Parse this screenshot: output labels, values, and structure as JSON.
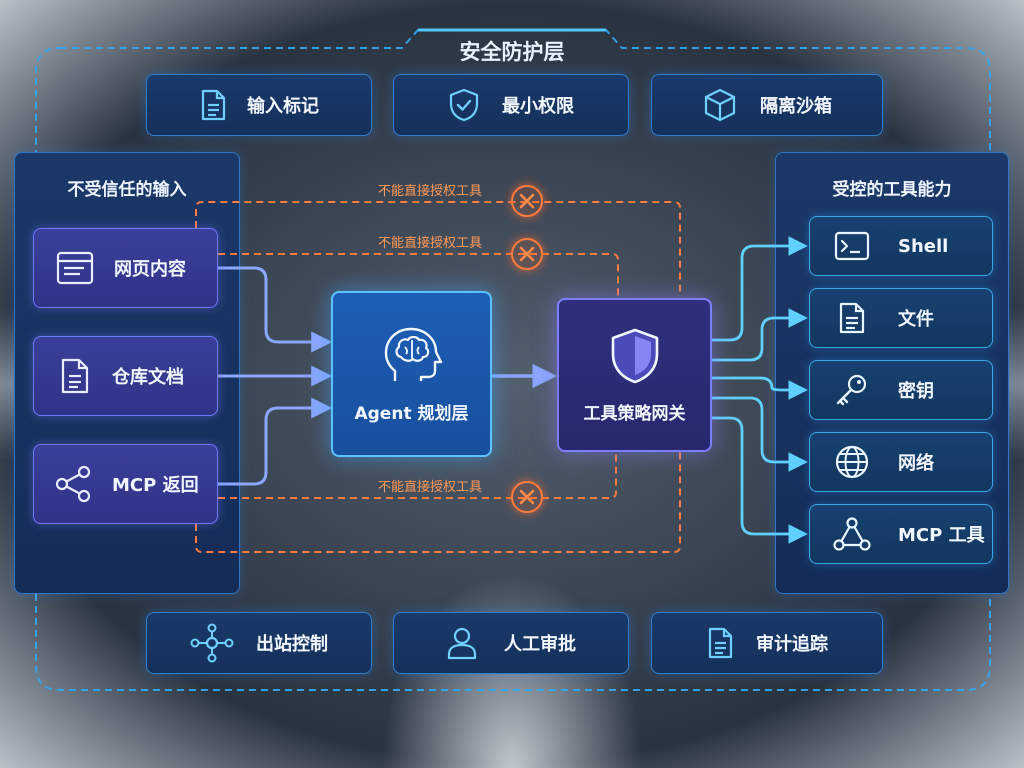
{
  "frame": {
    "title": "安全防护层"
  },
  "top_controls": [
    {
      "label": "输入标记",
      "icon": "document-icon"
    },
    {
      "label": "最小权限",
      "icon": "shield-check-icon"
    },
    {
      "label": "隔离沙箱",
      "icon": "cube-icon"
    }
  ],
  "bottom_controls": [
    {
      "label": "出站控制",
      "icon": "network-hub-icon"
    },
    {
      "label": "人工审批",
      "icon": "user-icon"
    },
    {
      "label": "审计追踪",
      "icon": "document-icon"
    }
  ],
  "untrusted_inputs": {
    "title": "不受信任的输入",
    "items": [
      {
        "label": "网页内容",
        "icon": "browser-window-icon"
      },
      {
        "label": "仓库文档",
        "icon": "document-icon"
      },
      {
        "label": "MCP 返回",
        "icon": "share-nodes-icon"
      }
    ]
  },
  "agent": {
    "label": "Agent 规划层",
    "icon": "brain-head-icon"
  },
  "gateway": {
    "label": "工具策略网关",
    "icon": "shield-icon"
  },
  "controlled_tools": {
    "title": "受控的工具能力",
    "items": [
      {
        "label": "Shell",
        "icon": "terminal-icon"
      },
      {
        "label": "文件",
        "icon": "document-icon"
      },
      {
        "label": "密钥",
        "icon": "key-icon"
      },
      {
        "label": "网络",
        "icon": "globe-icon"
      },
      {
        "label": "MCP 工具",
        "icon": "triangle-nodes-icon"
      }
    ]
  },
  "blocked_paths": [
    {
      "label": "不能直接授权工具"
    },
    {
      "label": "不能直接授权工具"
    },
    {
      "label": "不能直接授权工具"
    }
  ],
  "colors": {
    "frame": "#32a8f0",
    "input_flow": "#7f9dff",
    "tool_flow": "#5fd0ff",
    "blocked": "#ff7a3d"
  }
}
